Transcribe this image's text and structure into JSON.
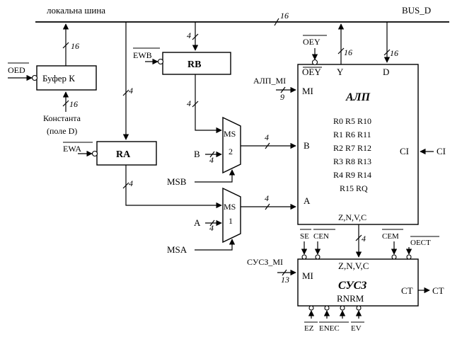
{
  "buses": {
    "local_bus_label": "локальна шина",
    "bus_d_label": "BUS_D",
    "main_width": "16"
  },
  "buffer": {
    "label": "Буфер К",
    "oed": "OED",
    "out_width": "16",
    "in_width": "16",
    "constant_line1": "Константа",
    "constant_line2": "(поле D)"
  },
  "rb": {
    "label": "RB",
    "ewb": "EWB",
    "in_width": "4",
    "out_width": "4"
  },
  "ra": {
    "label": "RA",
    "ewa": "EWA",
    "in_width": "4",
    "out_width": "4"
  },
  "ms_b": {
    "label_top": "MS",
    "label_num": "2",
    "input_b": "B",
    "input_width": "4",
    "select": "MSB",
    "out_width": "4"
  },
  "ms_a": {
    "label_top": "MS",
    "label_num": "1",
    "input_a": "A",
    "input_width": "4",
    "select": "MSA",
    "out_width": "4"
  },
  "alu": {
    "title": "АЛП",
    "oey_top": "OEY",
    "oey_in": "OEY",
    "y": "Y",
    "d": "D",
    "mi": "MI",
    "alu_mi": "АЛП_MI",
    "mi_width": "9",
    "y_width": "16",
    "d_width": "16",
    "b": "B",
    "a": "A",
    "ci": "CI",
    "ci_ext": "CI",
    "flags": "Z,N,V,C",
    "registers": [
      "R0 R5 R10",
      "R1 R6 R11",
      "R2 R7 R12",
      "R3 R8 R13",
      "R4 R9 R14",
      "R15 RQ"
    ]
  },
  "sus": {
    "title": "СУСЗ",
    "mi": "MI",
    "sus_mi": "СУСЗ_MI",
    "mi_width": "13",
    "flags": "Z,N,V,C",
    "flags_width": "4",
    "ct": "CT",
    "ct_ext": "CT",
    "rn": "RN",
    "rm": "RM",
    "se": "SE",
    "cen": "CEN",
    "cem": "CEM",
    "oect": "OECT",
    "ez": "EZ",
    "enec": "ENEC",
    "ev": "EV"
  }
}
